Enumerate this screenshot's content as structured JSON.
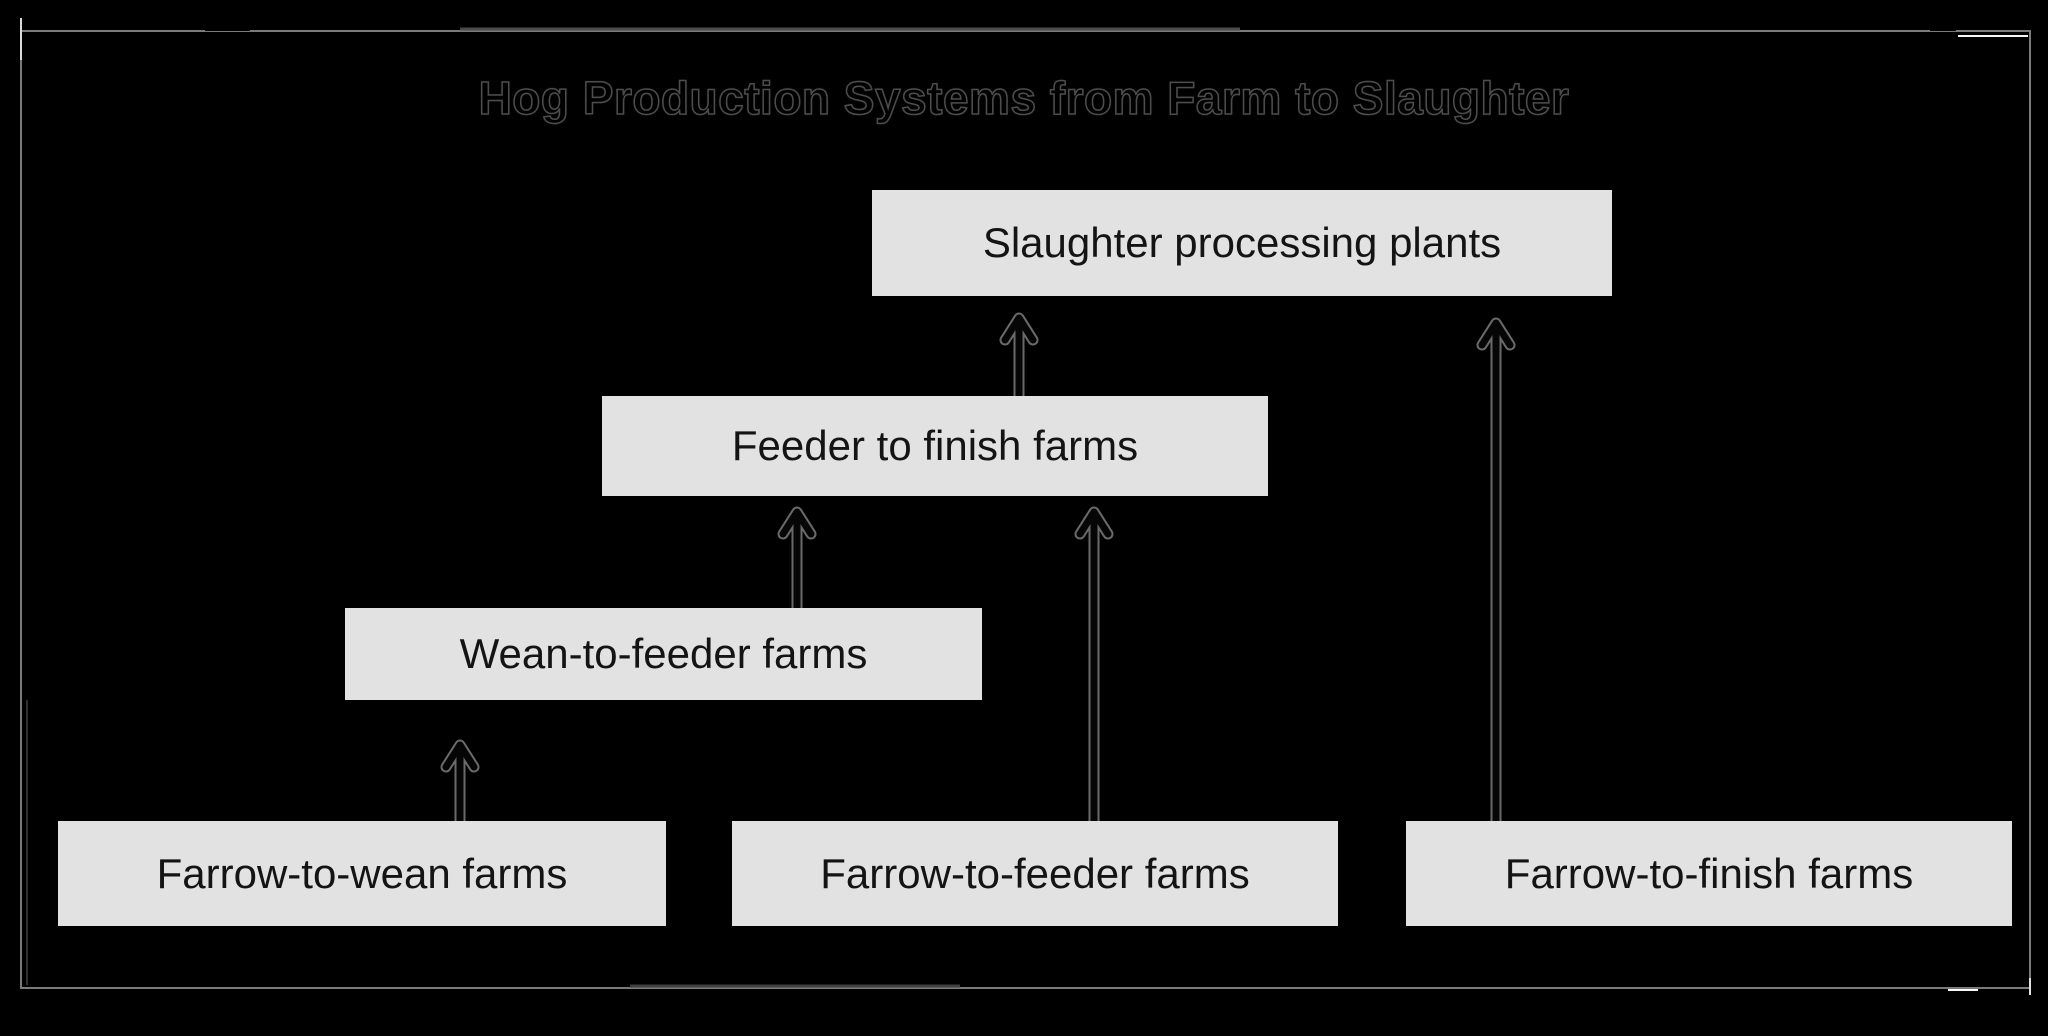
{
  "diagram": {
    "title": "Hog Production Systems from Farm to Slaughter",
    "nodes": [
      {
        "id": "slaughter-processing-plants",
        "label": "Slaughter processing plants"
      },
      {
        "id": "feeder-to-finish-farms",
        "label": "Feeder to finish farms"
      },
      {
        "id": "wean-to-feeder-farms",
        "label": "Wean-to-feeder farms"
      },
      {
        "id": "farrow-to-wean-farms",
        "label": "Farrow-to-wean farms"
      },
      {
        "id": "farrow-to-feeder-farms",
        "label": "Farrow-to-feeder farms"
      },
      {
        "id": "farrow-to-finish-farms",
        "label": "Farrow-to-finish farms"
      }
    ],
    "edges": [
      {
        "from": "farrow-to-wean-farms",
        "to": "wean-to-feeder-farms"
      },
      {
        "from": "wean-to-feeder-farms",
        "to": "feeder-to-finish-farms"
      },
      {
        "from": "farrow-to-feeder-farms",
        "to": "feeder-to-finish-farms"
      },
      {
        "from": "feeder-to-finish-farms",
        "to": "slaughter-processing-plants"
      },
      {
        "from": "farrow-to-finish-farms",
        "to": "slaughter-processing-plants"
      }
    ],
    "colors": {
      "background": "#000000",
      "node_fill": "#e2e2e2",
      "node_text": "#141414",
      "arrow": "#060606",
      "arrow_halo": "#6a6a6a",
      "frame": "#7a7a7a",
      "title_fill": "#000000",
      "title_outline": "#4d4d4d"
    }
  }
}
